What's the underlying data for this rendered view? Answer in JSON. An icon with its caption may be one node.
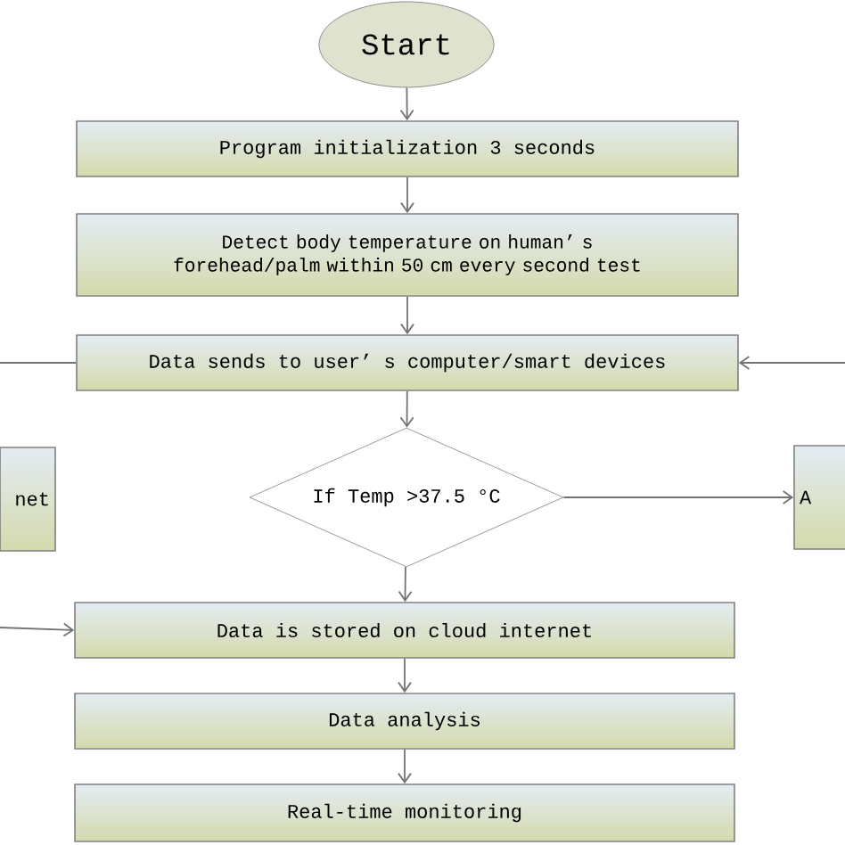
{
  "diagram": {
    "nodes": [
      {
        "text": [
          "Start"
        ]
      },
      {
        "text": [
          "Program initialization 3 seconds"
        ]
      },
      {
        "text": [
          "Detect body temperature on human’ s forehead/palm within 50 cm every second test"
        ]
      },
      {
        "text": [
          "Data sends to user’ s computer/smart devices"
        ]
      },
      {
        "text": [
          "net"
        ]
      },
      {
        "text": [
          "If Temp >37.5 °C"
        ]
      },
      {
        "text": [
          "A"
        ]
      },
      {
        "text": [
          "Data is stored on cloud internet"
        ]
      },
      {
        "text": [
          "Data analysis"
        ]
      },
      {
        "text": [
          "Real-time monitoring"
        ]
      }
    ],
    "edges": [
      {
        "from": 0,
        "to": 1,
        "arrow": "to"
      },
      {
        "from": 1,
        "to": 2,
        "arrow": "to"
      },
      {
        "from": 2,
        "to": 3,
        "arrow": "to"
      },
      {
        "from": 3,
        "to": null,
        "arrow": "none"
      },
      {
        "from": null,
        "to": 3,
        "arrow": "to"
      },
      {
        "from": 3,
        "to": 5,
        "arrow": "to"
      },
      {
        "from": 5,
        "to": 6,
        "arrow": "to"
      },
      {
        "from": 5,
        "to": 7,
        "arrow": "to"
      },
      {
        "from": null,
        "to": 7,
        "arrow": "to"
      },
      {
        "from": 7,
        "to": 8,
        "arrow": "to"
      },
      {
        "from": 8,
        "to": 9,
        "arrow": "to"
      }
    ]
  }
}
